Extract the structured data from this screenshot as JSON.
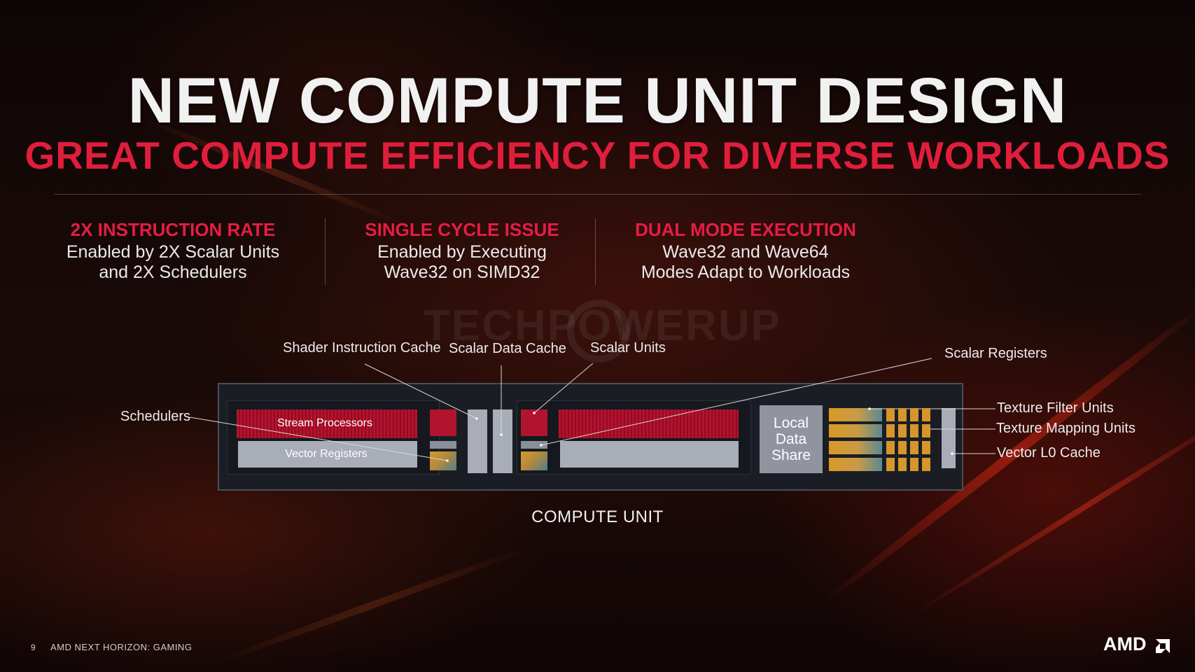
{
  "slide": {
    "title": "NEW COMPUTE UNIT DESIGN",
    "subtitle": "GREAT COMPUTE EFFICIENCY FOR DIVERSE WORKLOADS"
  },
  "features": [
    {
      "heading": "2X INSTRUCTION RATE",
      "line1": "Enabled by 2X Scalar Units",
      "line2": "and 2X Schedulers"
    },
    {
      "heading": "SINGLE CYCLE ISSUE",
      "line1": "Enabled by Executing",
      "line2": "Wave32 on SIMD32"
    },
    {
      "heading": "DUAL MODE EXECUTION",
      "line1": "Wave32 and Wave64",
      "line2": "Modes Adapt to Workloads"
    }
  ],
  "diagram": {
    "labels": {
      "shader_instruction_cache": "Shader Instruction Cache",
      "scalar_data_cache": "Scalar Data Cache",
      "scalar_units": "Scalar Units",
      "scalar_registers": "Scalar Registers",
      "schedulers": "Schedulers",
      "texture_filter_units": "Texture Filter Units",
      "texture_mapping_units": "Texture Mapping Units",
      "vector_l0_cache": "Vector L0 Cache"
    },
    "blocks": {
      "stream_processors": "Stream Processors",
      "vector_registers": "Vector Registers",
      "lds_line1": "Local",
      "lds_line2": "Data",
      "lds_line3": "Share"
    },
    "caption": "COMPUTE UNIT"
  },
  "watermark": "TECHPOWERUP",
  "footer": {
    "page_number": "9",
    "event": "AMD NEXT HORIZON: GAMING",
    "logo": "AMD"
  },
  "colors": {
    "accent_red": "#e01e3c",
    "block_red": "#b5122f",
    "gold": "#d6962b",
    "gray_block": "#a8adb7"
  }
}
